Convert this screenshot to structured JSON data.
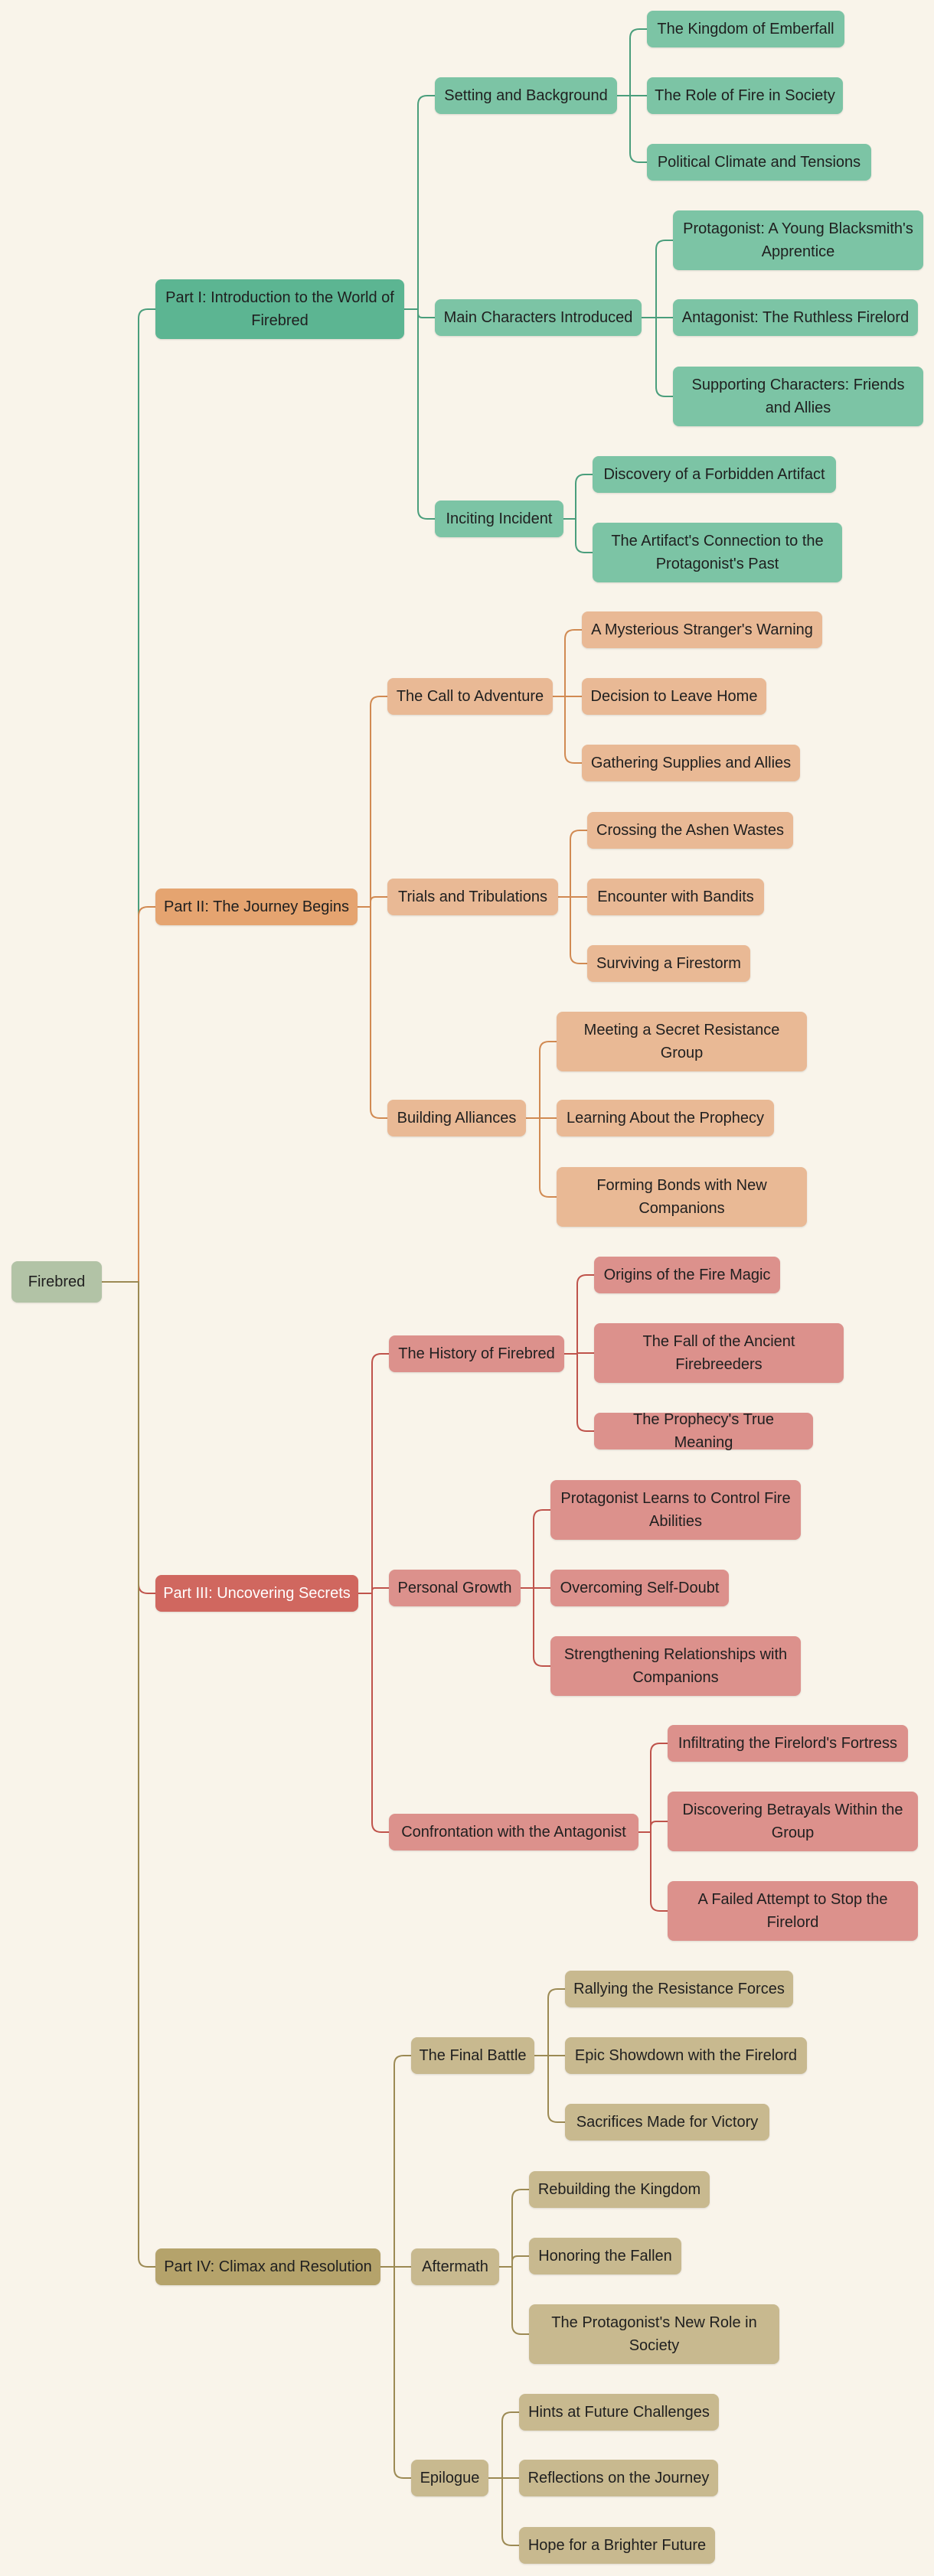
{
  "colors": {
    "background": "#f9f4ea",
    "part1": "#5cb592",
    "part1_children": "#7cc4a5",
    "part2": "#e5a470",
    "part2_children": "#e9b995",
    "part3": "#d0675f",
    "part3_children": "#dc918c",
    "part4": "#b5a36b",
    "part4_children": "#c8b98f",
    "root": "#b2c3a6"
  },
  "mindmap": {
    "root": "Firebred",
    "parts": [
      {
        "label": "Part I: Introduction to the World of Firebred",
        "sections": [
          {
            "label": "Setting and Background",
            "items": [
              "The Kingdom of Emberfall",
              "The Role of Fire in Society",
              "Political Climate and Tensions"
            ]
          },
          {
            "label": "Main Characters Introduced",
            "items": [
              "Protagonist: A Young Blacksmith's Apprentice",
              "Antagonist: The Ruthless Firelord",
              "Supporting Characters: Friends and Allies"
            ]
          },
          {
            "label": "Inciting Incident",
            "items": [
              "Discovery of a Forbidden Artifact",
              "The Artifact's Connection to the Protagonist's Past"
            ]
          }
        ]
      },
      {
        "label": "Part II: The Journey Begins",
        "sections": [
          {
            "label": "The Call to Adventure",
            "items": [
              "A Mysterious Stranger's Warning",
              "Decision to Leave Home",
              "Gathering Supplies and Allies"
            ]
          },
          {
            "label": "Trials and Tribulations",
            "items": [
              "Crossing the Ashen Wastes",
              "Encounter with Bandits",
              "Surviving a Firestorm"
            ]
          },
          {
            "label": "Building Alliances",
            "items": [
              "Meeting a Secret Resistance Group",
              "Learning About the Prophecy",
              "Forming Bonds with New Companions"
            ]
          }
        ]
      },
      {
        "label": "Part III: Uncovering Secrets",
        "sections": [
          {
            "label": "The History of Firebred",
            "items": [
              "Origins of the Fire Magic",
              "The Fall of the Ancient Firebreeders",
              "The Prophecy's True Meaning"
            ]
          },
          {
            "label": "Personal Growth",
            "items": [
              "Protagonist Learns to Control Fire Abilities",
              "Overcoming Self-Doubt",
              "Strengthening Relationships with Companions"
            ]
          },
          {
            "label": "Confrontation with the Antagonist",
            "items": [
              "Infiltrating the Firelord's Fortress",
              "Discovering Betrayals Within the Group",
              "A Failed Attempt to Stop the Firelord"
            ]
          }
        ]
      },
      {
        "label": "Part IV: Climax and Resolution",
        "sections": [
          {
            "label": "The Final Battle",
            "items": [
              "Rallying the Resistance Forces",
              "Epic Showdown with the Firelord",
              "Sacrifices Made for Victory"
            ]
          },
          {
            "label": "Aftermath",
            "items": [
              "Rebuilding the Kingdom",
              "Honoring the Fallen",
              "The Protagonist's New Role in Society"
            ]
          },
          {
            "label": "Epilogue",
            "items": [
              "Hints at Future Challenges",
              "Reflections on the Journey",
              "Hope for a Brighter Future"
            ]
          }
        ]
      }
    ]
  }
}
